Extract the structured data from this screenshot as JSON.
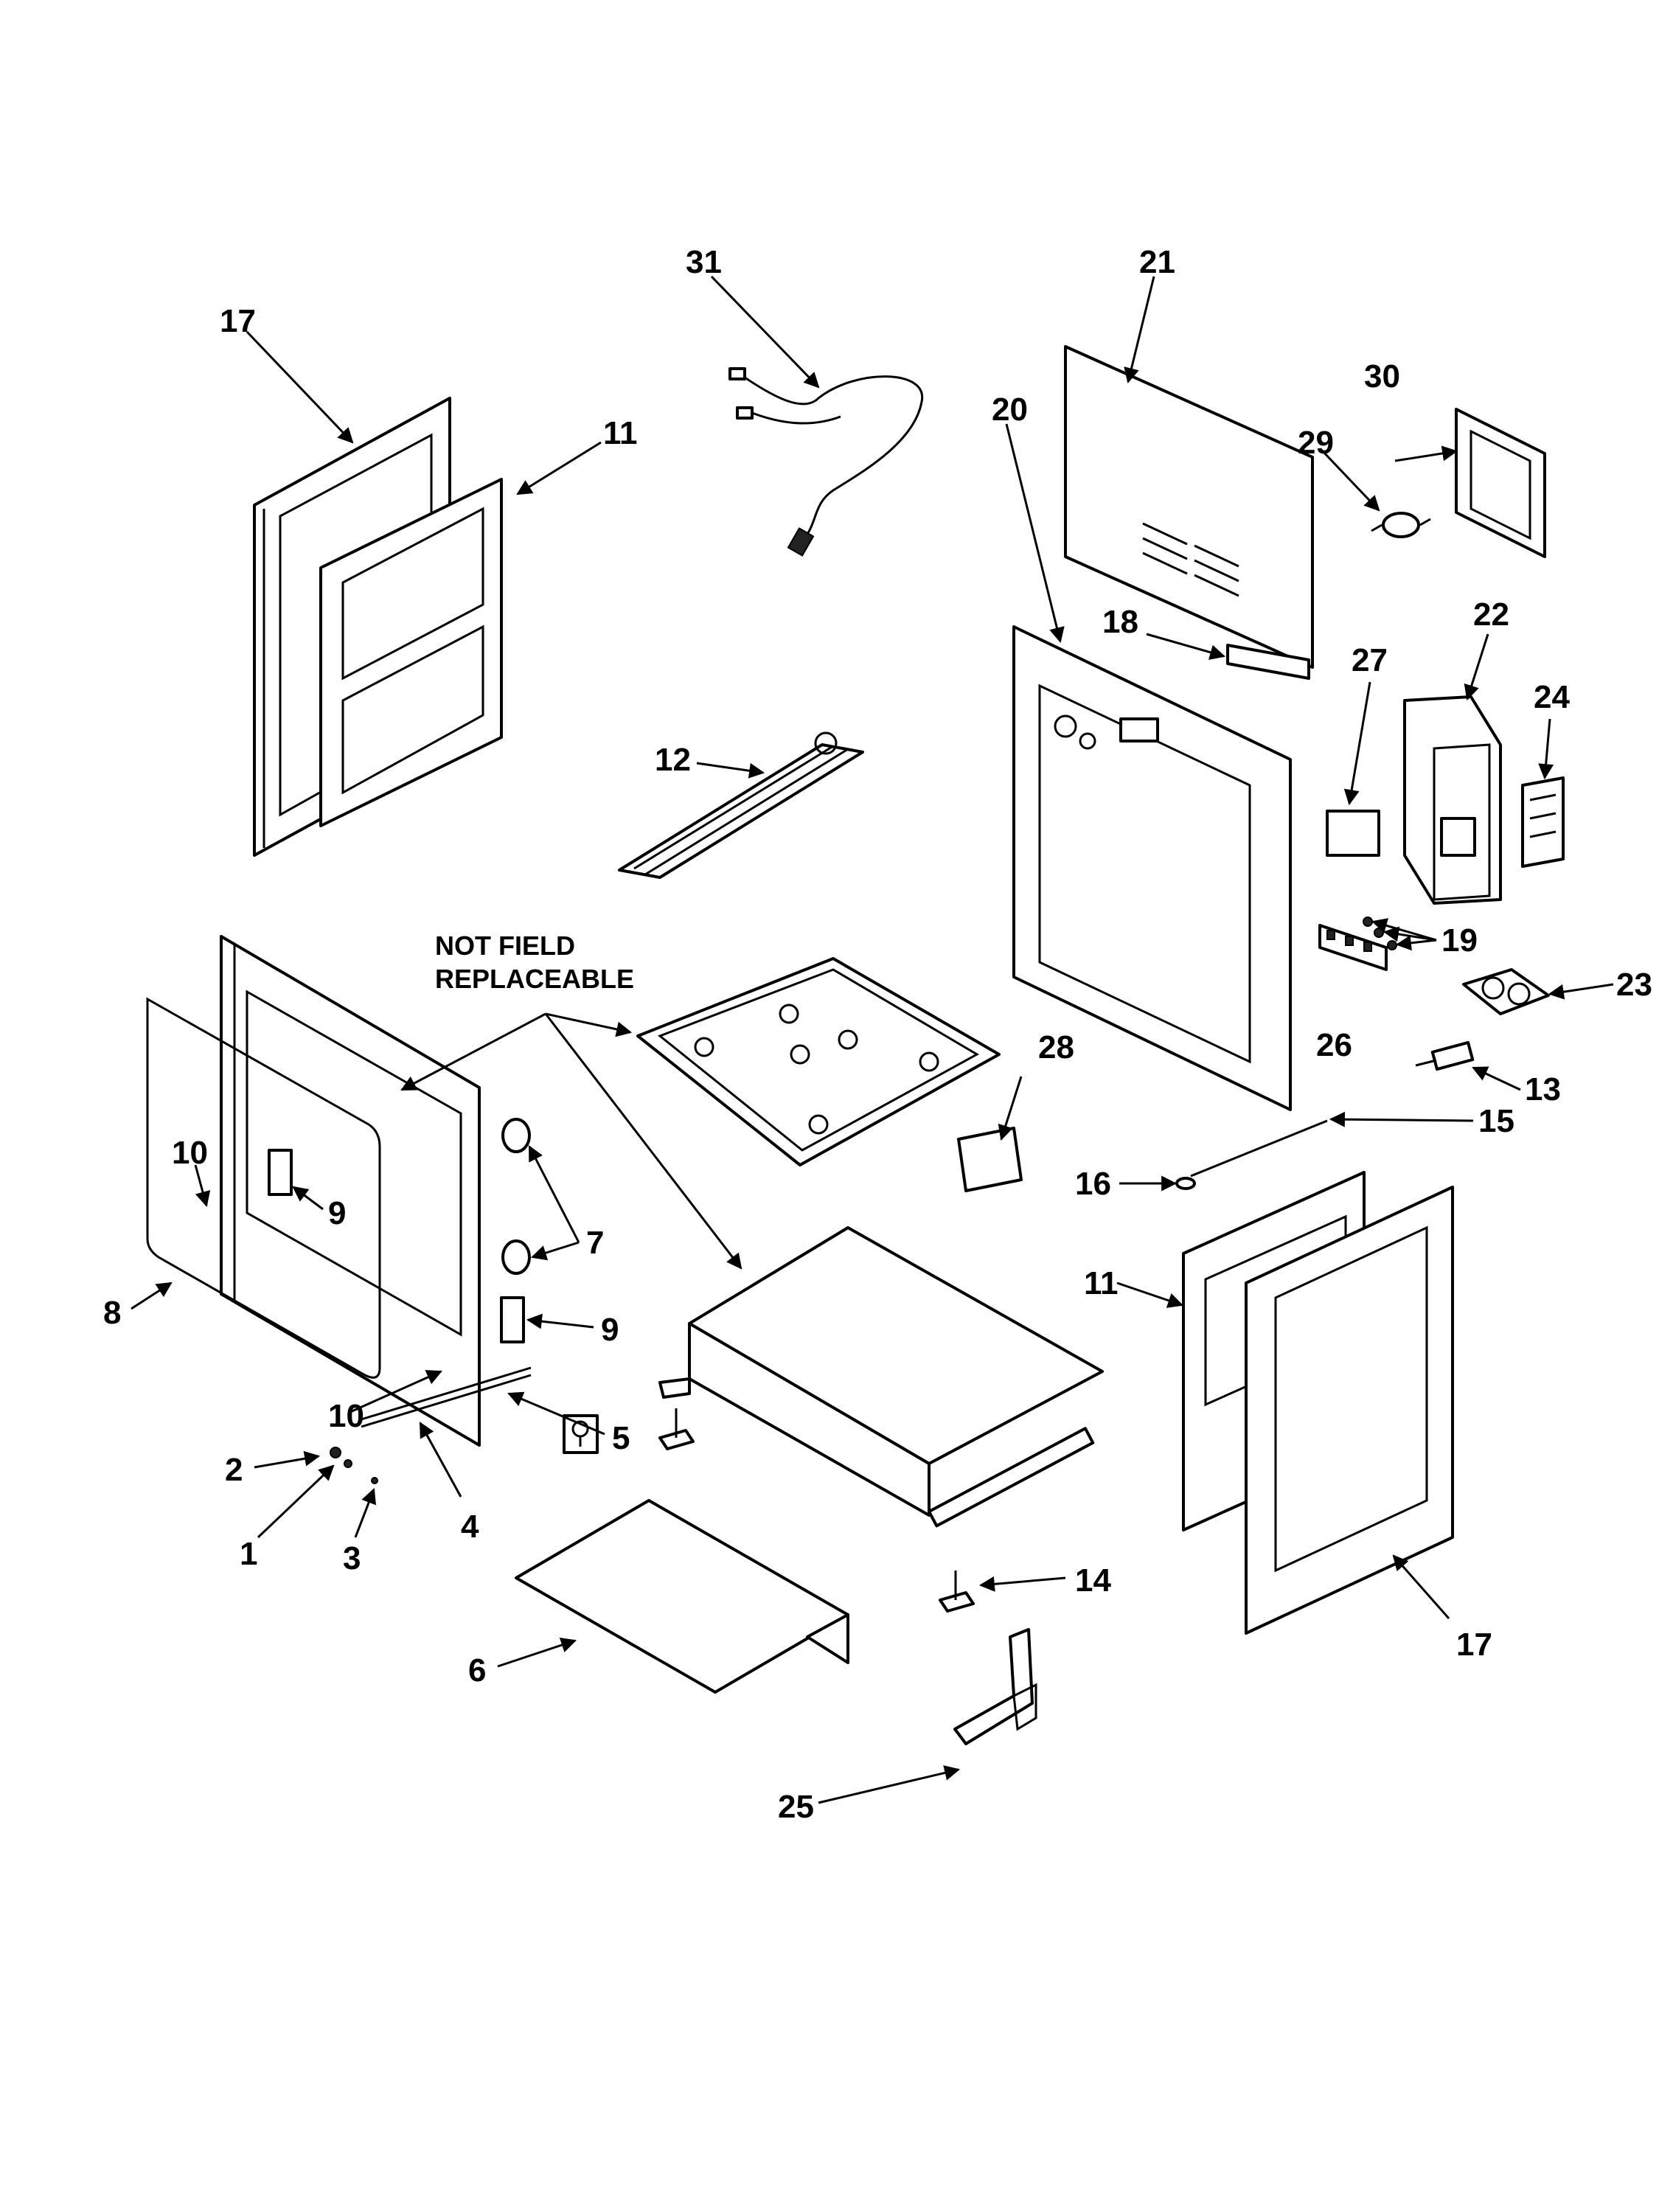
{
  "callouts": {
    "c1": "1",
    "c2": "2",
    "c3": "3",
    "c4": "4",
    "c5": "5",
    "c6": "6",
    "c7": "7",
    "c8": "8",
    "c9a": "9",
    "c9b": "9",
    "c10a": "10",
    "c10b": "10",
    "c11a": "11",
    "c11b": "11",
    "c12": "12",
    "c13": "13",
    "c14": "14",
    "c15": "15",
    "c16": "16",
    "c17a": "17",
    "c17b": "17",
    "c18": "18",
    "c19": "19",
    "c20": "20",
    "c21": "21",
    "c22": "22",
    "c23": "23",
    "c24": "24",
    "c25": "25",
    "c26": "26",
    "c27": "27",
    "c28": "28",
    "c29": "29",
    "c30": "30",
    "c31": "31"
  },
  "note": {
    "line1": "NOT FIELD",
    "line2": "REPLACEABLE"
  }
}
